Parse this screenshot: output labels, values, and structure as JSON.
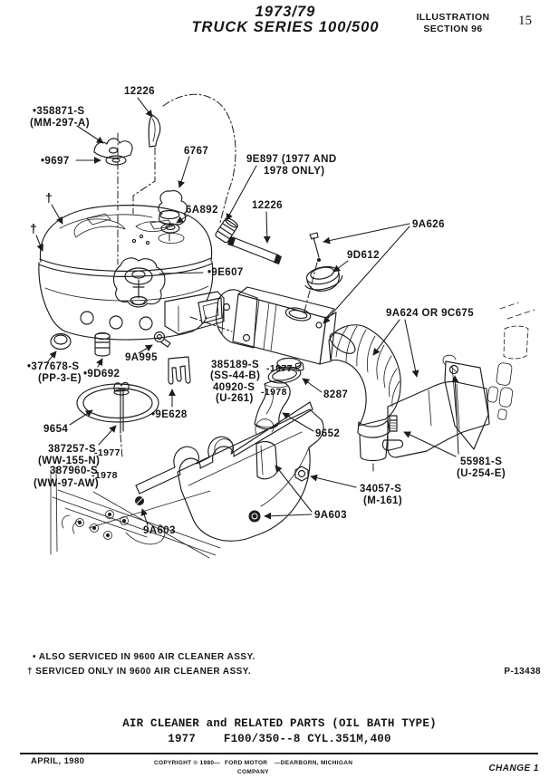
{
  "colors": {
    "ink": "#1c1c1c",
    "paper": "#ffffff"
  },
  "header": {
    "model_years": "1973/79",
    "series": "TRUCK SERIES 100/500",
    "section_label": "ILLUSTRATION",
    "section_number": "SECTION 96",
    "page_number": "15"
  },
  "labels": {
    "hose_upper": "12226",
    "screw_and_washer": "•358871-S",
    "screw_and_washer_code": "(MM-297-A)",
    "washer": "•9697",
    "oil_filler_cap": "6767",
    "vent_hose_l1": "9E897 (1977 AND",
    "vent_hose_l2": "1978 ONLY)",
    "grommet": "6A892",
    "hose_lower": "12226",
    "retainer_clip": "9A626",
    "filler_cap": "9D612",
    "wing_nut": "•9E607",
    "flex_hose": "9A624 OR 9C675",
    "grommet_pp3e": "•377678-S",
    "grommet_pp3e_code": "(PP-3-E)",
    "plug": "•9D692",
    "stud": "9A995",
    "clamp_1977": "385189-S",
    "clamp_1977_year": "-1977",
    "clamp_1977_code": "(SS-44-B)",
    "clamp_1978": "40920-S",
    "clamp_1978_year": "-1978",
    "clamp_1978_code": "(U-261)",
    "clamp_8287": "8287",
    "air_intake_hose": "9652",
    "gasket": "9654",
    "stud_9e628": "•9E628",
    "screw_1977": "387257-S",
    "screw_1977_year": "-1977",
    "screw_1977_code": "(WW-155-N)",
    "screw_1978": "387960-S",
    "screw_1978_year": "-1978",
    "screw_1978_code": "(WW-97-AW)",
    "air_duct": "55981-S",
    "air_duct_code": "(U-254-E)",
    "nut": "34057-S",
    "nut_code": "(M-161)",
    "heat_shield_left": "9A603",
    "heat_shield_right": "9A603",
    "dagger": "†"
  },
  "footnotes": {
    "note1": "• ALSO SERVICED IN 9600 AIR CLEANER ASSY.",
    "note2": "† SERVICED ONLY IN 9600 AIR CLEANER ASSY.",
    "plate_number": "P-13438"
  },
  "caption": {
    "line1": "AIR CLEANER and RELATED PARTS (OIL BATH TYPE)",
    "line2": "1977    F100/350--8 CYL.351M,400"
  },
  "footer": {
    "date": "APRIL, 1980",
    "copyright": "COPYRIGHT © 1980—",
    "company_l1": "FORD MOTOR",
    "company_l2": "COMPANY",
    "location": "—DEARBORN, MICHIGAN",
    "change_note": "CHANGE 1"
  }
}
